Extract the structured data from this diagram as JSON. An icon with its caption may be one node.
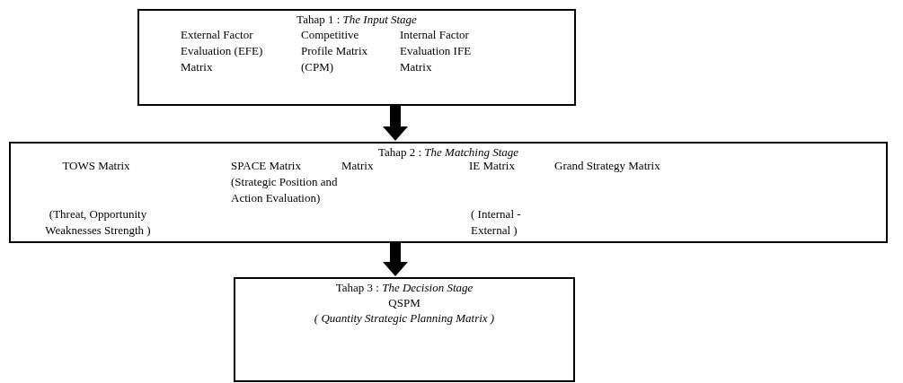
{
  "diagram": {
    "nodes": [
      {
        "text": [
          "Tahap 1 : *The Input Stage*",
          "External Factor Evaluation (EFE) Matrix",
          "Competitive Profile Matrix (CPM)",
          "Internal Factor Evaluation IFE Matrix"
        ]
      },
      {
        "text": [
          "Tahap 2 : *The Matching Stage*",
          "TOWS Matrix",
          "(Threat, Opportunity Weaknesses Strength )",
          "SPACE Matrix",
          "(Strategic Position and Action Evaluation)",
          "Matrix",
          "IE Matrix",
          "( Internal - External )",
          "Grand Strategy Matrix"
        ]
      },
      {
        "text": [
          "Tahap 3 : *The Decision Stage*",
          "QSPM",
          "( Quantity Strategic Planning Matrix )"
        ]
      }
    ],
    "edges": [
      {
        "from": 0,
        "to": 1,
        "arrow": "to"
      },
      {
        "from": 1,
        "to": 2,
        "arrow": "to"
      }
    ]
  }
}
